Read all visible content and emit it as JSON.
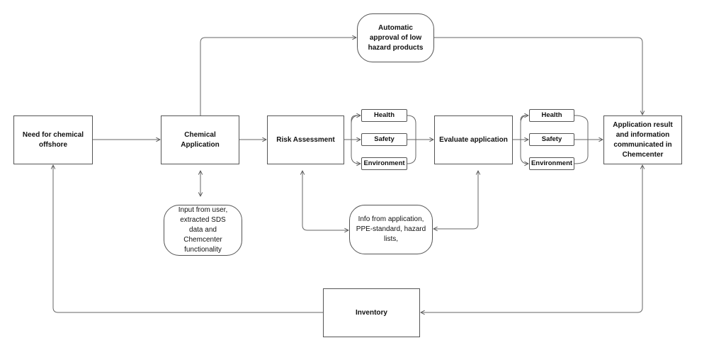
{
  "nodes": {
    "need": "Need for chemical offshore",
    "chemical_application": "Chemical Application",
    "risk_assessment": "Risk Assessment",
    "evaluate_application": "Evaluate application",
    "result": "Application result and information communicated in Chemcenter",
    "auto_approval": "Automatic approval of low hazard products",
    "input_from_user": "Input from user, extracted SDS data and Chemcenter functionality",
    "info_from_application": "Info from application, PPE-standard, hazard lists,",
    "inventory": "Inventory",
    "health_1": "Health",
    "safety_1": "Safety",
    "environment_1": "Environment",
    "health_2": "Health",
    "safety_2": "Safety",
    "environment_2": "Environment"
  }
}
